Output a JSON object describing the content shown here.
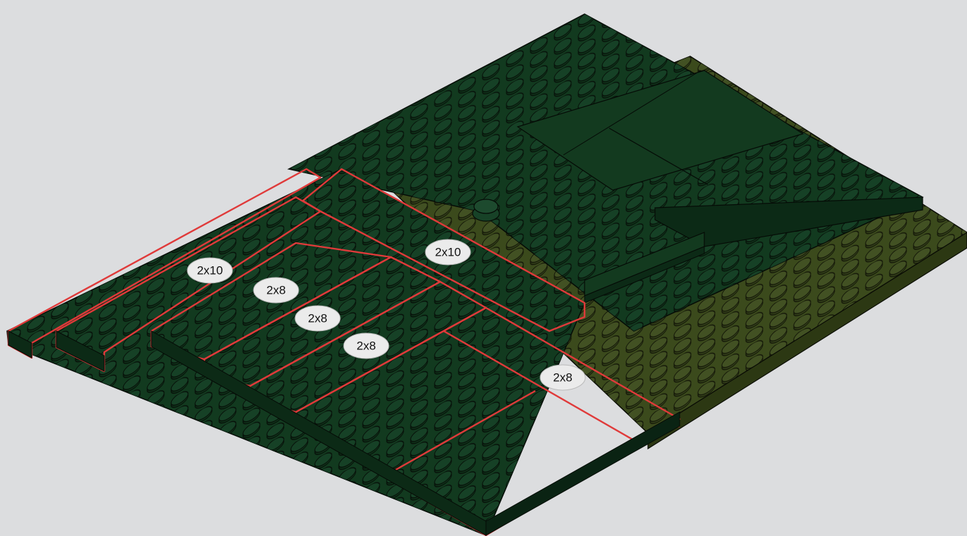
{
  "colors": {
    "background": "#dcdddf",
    "dark_plate": "#123a1f",
    "dark_plate_side": "#0c2a16",
    "olive_base": "#3b4a1c",
    "olive_base_side": "#2c3813",
    "highlight_outline": "#e03a3a",
    "stud_top": "#0f3219",
    "stroke": "#050b06"
  },
  "labels": [
    {
      "id": "plate-2x10-left",
      "text": "2x10"
    },
    {
      "id": "plate-2x8-a",
      "text": "2x8"
    },
    {
      "id": "plate-2x8-b",
      "text": "2x8"
    },
    {
      "id": "plate-2x8-c",
      "text": "2x8"
    },
    {
      "id": "plate-2x10-right",
      "text": "2x10"
    },
    {
      "id": "plate-2x8-d",
      "text": "2x8"
    }
  ]
}
